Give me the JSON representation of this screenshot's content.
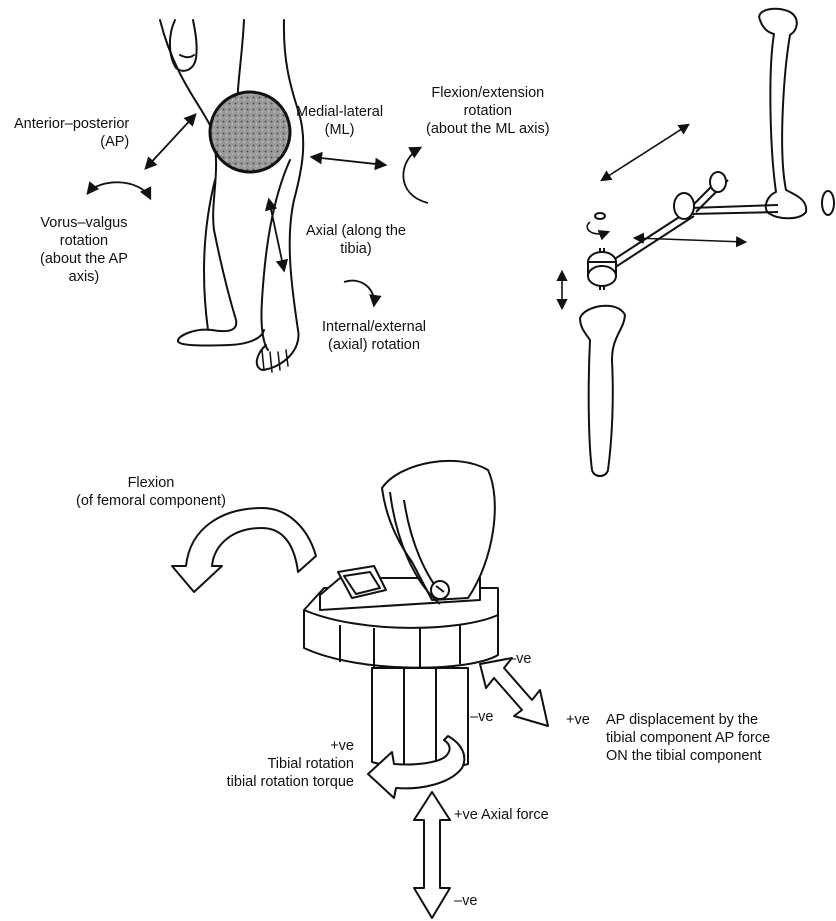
{
  "legs_panel": {
    "ap": [
      "Anterior–posterior",
      "(AP)"
    ],
    "ml": [
      "Medial-lateral",
      "(ML)"
    ],
    "flexion_extension": [
      "Flexion/extension",
      "rotation",
      "(about the ML axis)"
    ],
    "varus_valgus": [
      "Vorus–valgus",
      "rotation",
      "(about the AP",
      "axis)"
    ],
    "axial": [
      "Axial (along the",
      "tibia)"
    ],
    "internal_external": [
      "Internal/external",
      "(axial) rotation"
    ]
  },
  "implant_panel": {
    "flexion": [
      "Flexion",
      "(of femoral component)"
    ],
    "ap_neg": "–ve",
    "ap_pos": "+ve",
    "ap_caption": [
      "AP displacement by the",
      "tibial component AP force",
      "ON the tibial component"
    ],
    "rot_neg": "–ve",
    "rot_caption": [
      "+ve",
      "Tibial rotation",
      "tibial rotation torque"
    ],
    "axial_pos": "+ve Axial force",
    "axial_neg": "–ve"
  }
}
